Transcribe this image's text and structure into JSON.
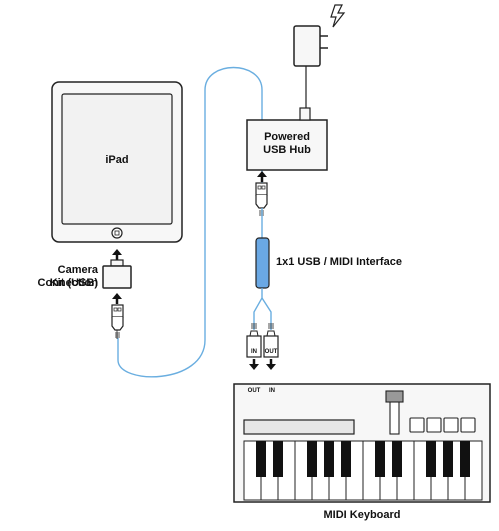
{
  "labels": {
    "ipad": "iPad",
    "camera_kit_line1": "Camera Connection",
    "camera_kit_line2": "Kit (USB)",
    "hub_line1": "Powered",
    "hub_line2": "USB Hub",
    "interface": "1x1 USB / MIDI Interface",
    "in_plug": "IN",
    "out_plug": "OUT",
    "out_port": "OUT",
    "in_port": "IN",
    "keyboard": "MIDI Keyboard"
  },
  "colors": {
    "outline": "#222222",
    "cable_blue": "#6aaee0",
    "interface_fill": "#6aa8e4",
    "screen_fill": "#f2f2f2",
    "device_fill": "#f7f7f7",
    "black_key": "#111111"
  },
  "icons": [
    "lightning-bolt-icon",
    "home-button-icon",
    "usb-plug-icon",
    "midi-plug-icon",
    "arrow-up-icon",
    "arrow-down-icon"
  ]
}
